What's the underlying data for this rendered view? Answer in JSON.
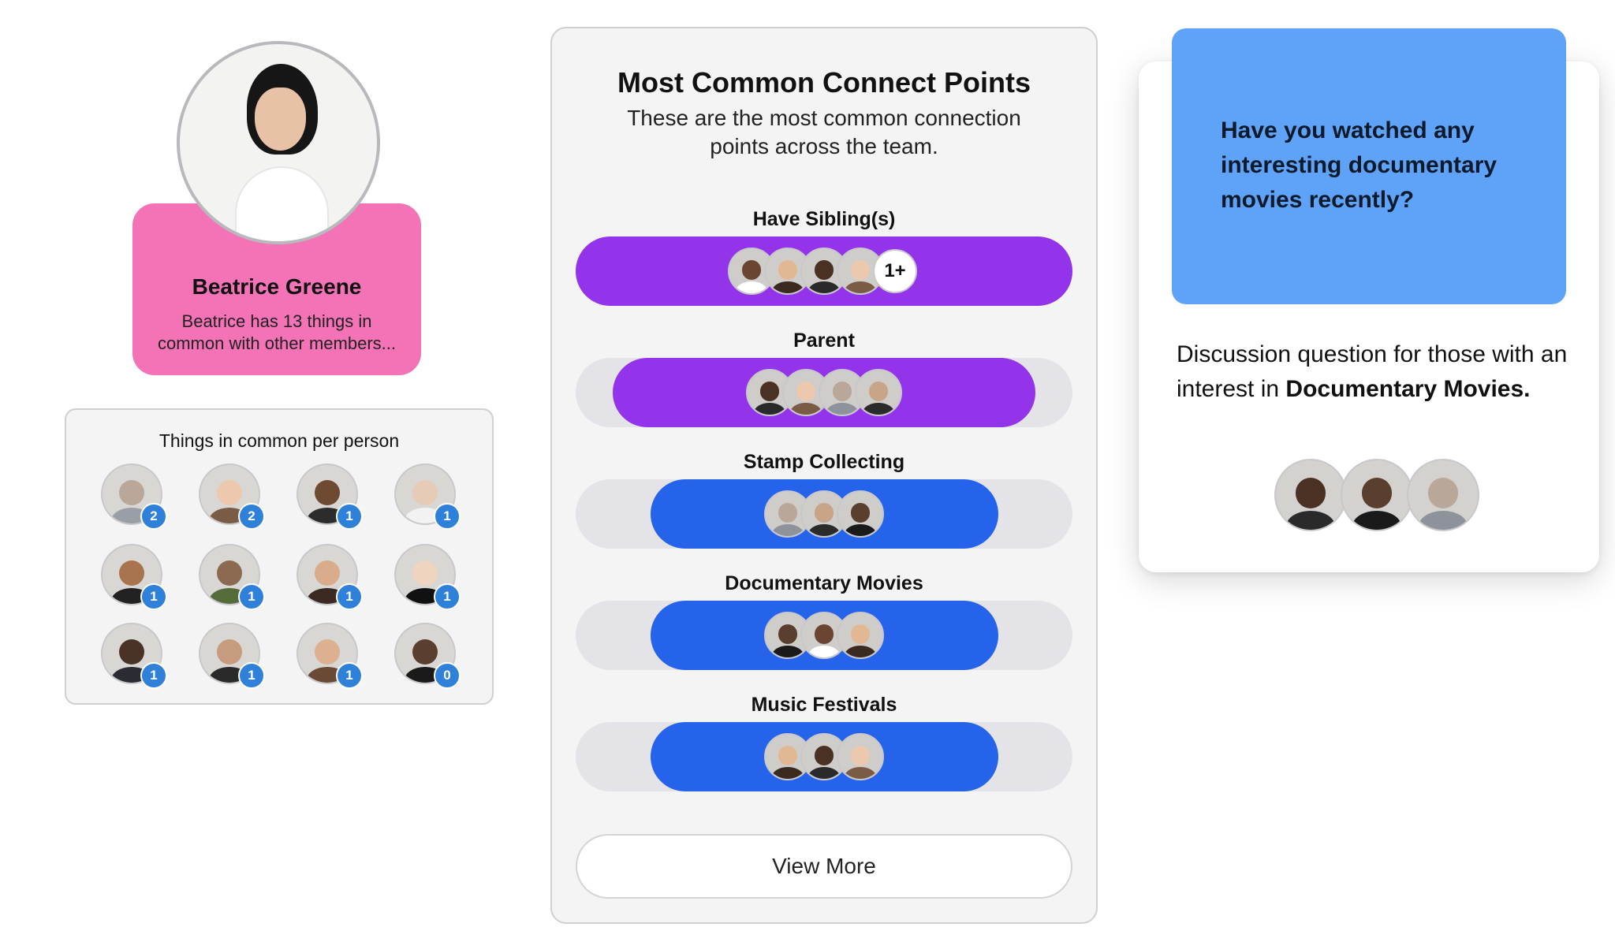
{
  "profile": {
    "name": "Beatrice Greene",
    "description": "Beatrice has 13 things in common with other members..."
  },
  "common": {
    "title": "Things in common per person",
    "people": [
      {
        "count": "2",
        "face": "#b9a89a",
        "shirt": "#9a9ea6"
      },
      {
        "count": "2",
        "face": "#ecc9ae",
        "shirt": "#7a5c46"
      },
      {
        "count": "1",
        "face": "#6f4a32",
        "shirt": "#2c2c2c"
      },
      {
        "count": "1",
        "face": "#e6cbb6",
        "shirt": "#f2f2f2"
      },
      {
        "count": "1",
        "face": "#a8744e",
        "shirt": "#222"
      },
      {
        "count": "1",
        "face": "#8c6a52",
        "shirt": "#556b3a"
      },
      {
        "count": "1",
        "face": "#d9ac8c",
        "shirt": "#3a2a22"
      },
      {
        "count": "1",
        "face": "#efd4c0",
        "shirt": "#111"
      },
      {
        "count": "1",
        "face": "#4a3326",
        "shirt": "#2b2b33"
      },
      {
        "count": "1",
        "face": "#c79c7e",
        "shirt": "#2a2a2a"
      },
      {
        "count": "1",
        "face": "#dcb090",
        "shirt": "#6b4a35"
      },
      {
        "count": "0",
        "face": "#5a3e2e",
        "shirt": "#1a1a1a"
      }
    ]
  },
  "connect": {
    "title": "Most Common Connect Points",
    "subtitle": "These are the most common connection points across the team.",
    "points": [
      {
        "label": "Have Sibling(s)",
        "color": "#9333ea",
        "fill": 1.0,
        "more": "1+"
      },
      {
        "label": "Parent",
        "color": "#9333ea",
        "fill": 0.85,
        "more": ""
      },
      {
        "label": "Stamp Collecting",
        "color": "#2563eb",
        "fill": 0.7,
        "more": ""
      },
      {
        "label": "Documentary Movies",
        "color": "#2563eb",
        "fill": 0.7,
        "more": ""
      },
      {
        "label": "Music Festivals",
        "color": "#2563eb",
        "fill": 0.7,
        "more": ""
      }
    ],
    "view_more": "View More"
  },
  "discussion": {
    "question": "Have you watched any interesting documentary movies recently?",
    "text_prefix": "Discussion question for those with an interest in ",
    "text_topic": "Documentary Movies."
  }
}
